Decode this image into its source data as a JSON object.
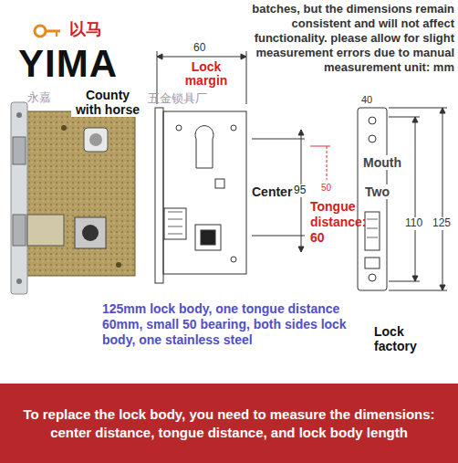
{
  "diagram": {
    "nodes": [
      {
        "text": [
          "To replace the lock body, you need to measure the dimensions: center distance, tongue distance, and lock body length"
        ]
      }
    ],
    "labels": [
      "batches, but the dimensions remain consistent and will not affect functionality. please allow for slight measurement errors due to manual measurement unit: mm",
      "以马",
      "YIMA",
      "County with horse",
      "永嘉",
      "五金锁具厂",
      "60",
      "Lock margin",
      "40",
      "Center",
      "95",
      "50",
      "Tongue distance: 60",
      "Mouth",
      "Two",
      "110",
      "125",
      "125mm lock body, one tongue distance 60mm, small 50 bearing, both sides lock body, one stainless steel",
      "Lock factory"
    ]
  }
}
